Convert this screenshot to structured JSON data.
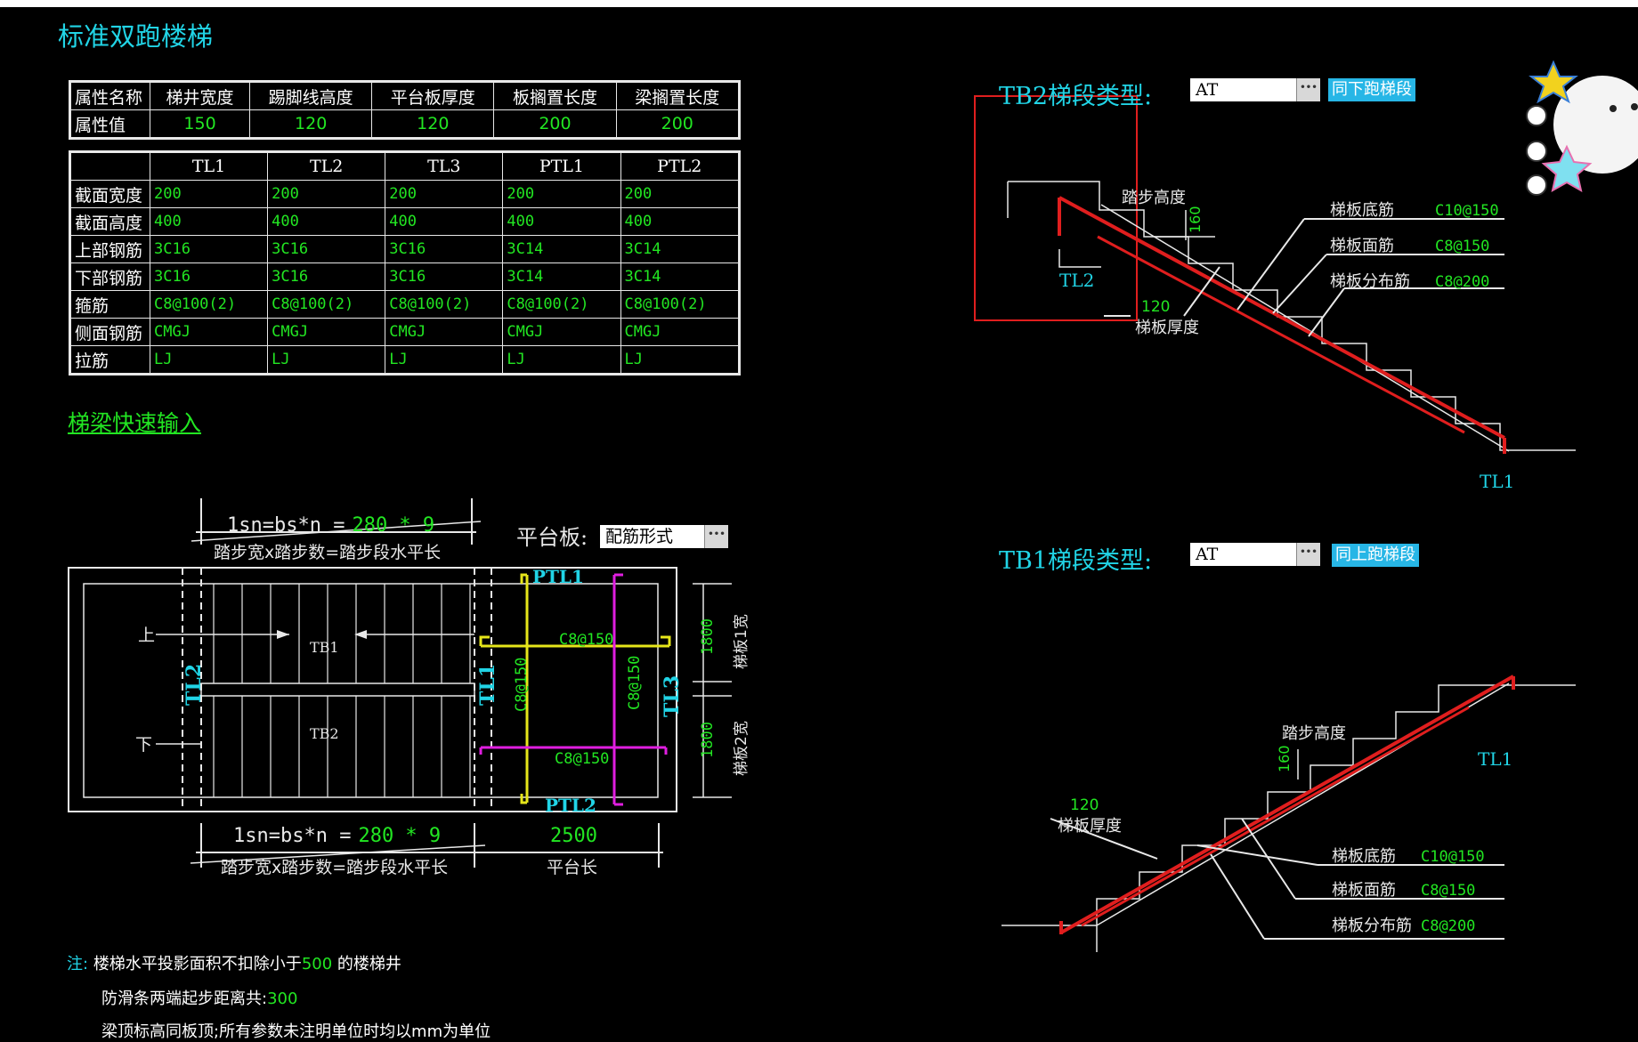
{
  "title": "标准双跑楼梯",
  "props": {
    "headers": [
      "属性名称",
      "梯井宽度",
      "踢脚线高度",
      "平台板厚度",
      "板搁置长度",
      "梁搁置长度"
    ],
    "row_label": "属性值",
    "values": [
      "150",
      "120",
      "120",
      "200",
      "200"
    ]
  },
  "beams": {
    "columns": [
      "TL1",
      "TL2",
      "TL3",
      "PTL1",
      "PTL2"
    ],
    "rows": [
      {
        "label": "截面宽度",
        "values": [
          "200",
          "200",
          "200",
          "200",
          "200"
        ]
      },
      {
        "label": "截面高度",
        "values": [
          "400",
          "400",
          "400",
          "400",
          "400"
        ]
      },
      {
        "label": "上部钢筋",
        "values": [
          "3C16",
          "3C16",
          "3C16",
          "3C14",
          "3C14"
        ]
      },
      {
        "label": "下部钢筋",
        "values": [
          "3C16",
          "3C16",
          "3C16",
          "3C14",
          "3C14"
        ]
      },
      {
        "label": "箍筋",
        "values": [
          "C8@100(2)",
          "C8@100(2)",
          "C8@100(2)",
          "C8@100(2)",
          "C8@100(2)"
        ]
      },
      {
        "label": "侧面钢筋",
        "values": [
          "CMGJ",
          "CMGJ",
          "CMGJ",
          "CMGJ",
          "CMGJ"
        ]
      },
      {
        "label": "拉筋",
        "values": [
          "LJ",
          "LJ",
          "LJ",
          "LJ",
          "LJ"
        ]
      }
    ]
  },
  "quick_link": "梯梁快速输入",
  "plan": {
    "top_formula_prefix": "1sn=bs*n =",
    "top_formula_value": "280 * 9",
    "top_caption": "踏步宽x踏步数=踏步段水平长",
    "platform_label": "平台板:",
    "platform_combo": "配筋形式",
    "up_label": "上",
    "down_label": "下",
    "tb1": "TB1",
    "tb2": "TB2",
    "tl1": "TL1",
    "tl2": "TL2",
    "tl3": "TL3",
    "ptl1": "PTL1",
    "ptl2": "PTL2",
    "rebar_h_top": "C8@150",
    "rebar_h_bottom": "C8@150",
    "rebar_v_left": "C8@150",
    "rebar_v_right": "C8@150",
    "width1": "1800",
    "width1_label": "梯板1宽",
    "width2": "1800",
    "width2_label": "梯板2宽",
    "bottom_formula_prefix": "1sn=bs*n =",
    "bottom_formula_value": "280 * 9",
    "bottom_caption": "踏步宽x踏步数=踏步段水平长",
    "platform_length": "2500",
    "platform_length_label": "平台长"
  },
  "tb2": {
    "title": "TB2梯段类型:",
    "type": "AT",
    "button": "同下跑梯段",
    "step_height_label": "踏步高度",
    "step_height": "160",
    "thickness": "120",
    "thickness_label": "梯板厚度",
    "beam_top": "TL2",
    "beam_bottom": "TL1",
    "bottom_rebar_label": "梯板底筋",
    "bottom_rebar": "C10@150",
    "top_rebar_label": "梯板面筋",
    "top_rebar": "C8@150",
    "dist_rebar_label": "梯板分布筋",
    "dist_rebar": "C8@200"
  },
  "tb1": {
    "title": "TB1梯段类型:",
    "type": "AT",
    "button": "同上跑梯段",
    "step_height_label": "踏步高度",
    "step_height": "160",
    "thickness": "120",
    "thickness_label": "梯板厚度",
    "beam_top": "TL1",
    "bottom_rebar_label": "梯板底筋",
    "bottom_rebar": "C10@150",
    "top_rebar_label": "梯板面筋",
    "top_rebar": "C8@150",
    "dist_rebar_label": "梯板分布筋",
    "dist_rebar": "C8@200"
  },
  "notes": {
    "prefix": "注:",
    "line1": "楼梯水平投影面积不扣除小于",
    "line1_value": "500",
    "line1_suffix": "的楼梯井",
    "line2": "防滑条两端起步距离共:",
    "line2_value": "300",
    "line3": "梁顶标高同板顶;所有参数未注明单位时均以mm为单位"
  }
}
